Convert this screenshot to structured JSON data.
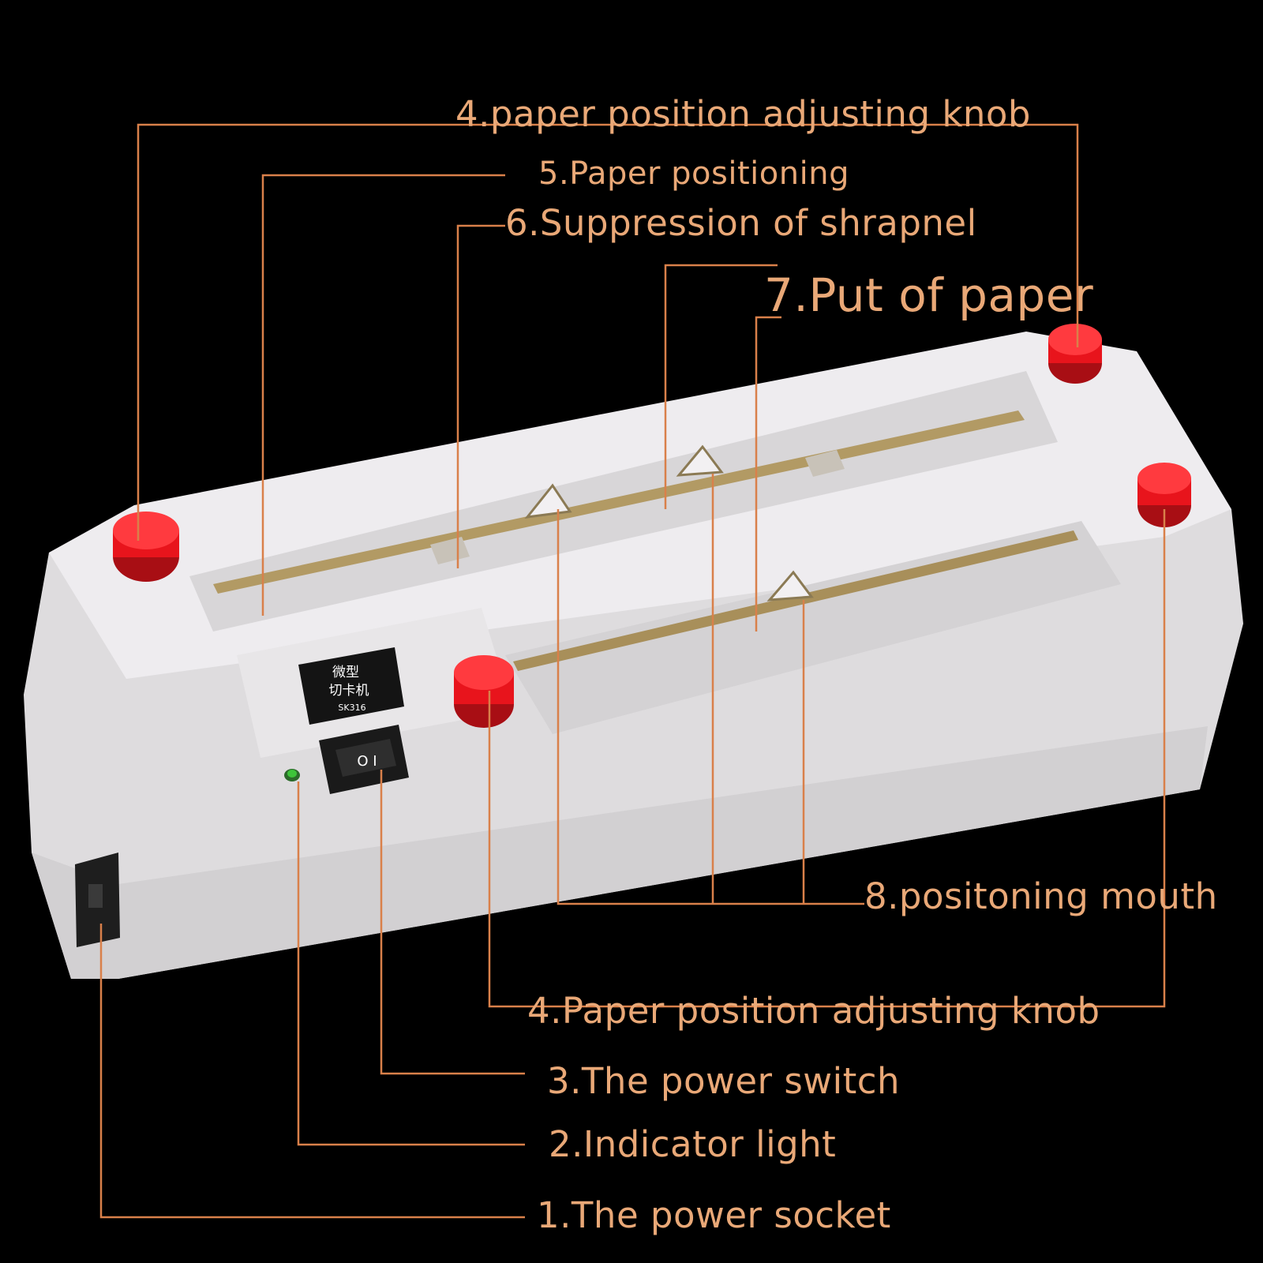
{
  "callouts": [
    {
      "id": "knob-top",
      "text": "4.paper position adjusting knob"
    },
    {
      "id": "paper-positioning",
      "text": "5.Paper positioning"
    },
    {
      "id": "shrapnel",
      "text": "6.Suppression of shrapnel"
    },
    {
      "id": "put-paper",
      "text": "7.Put of paper"
    },
    {
      "id": "positioning-mouth",
      "text": "8.positoning mouth"
    },
    {
      "id": "knob-bottom",
      "text": "4.Paper position adjusting knob"
    },
    {
      "id": "power-switch",
      "text": "3.The power switch"
    },
    {
      "id": "indicator",
      "text": "2.Indicator light"
    },
    {
      "id": "socket",
      "text": "1.The power socket"
    }
  ],
  "device_badge": {
    "line1": "微型",
    "line2": "切卡机",
    "model": "SK316"
  },
  "switch_symbols": "O I",
  "colors": {
    "background": "#000000",
    "label": "#e9a877",
    "leader": "#d9804a",
    "body": "#e6e4e6",
    "knob": "#e8141c",
    "led": "#3ec43a"
  }
}
